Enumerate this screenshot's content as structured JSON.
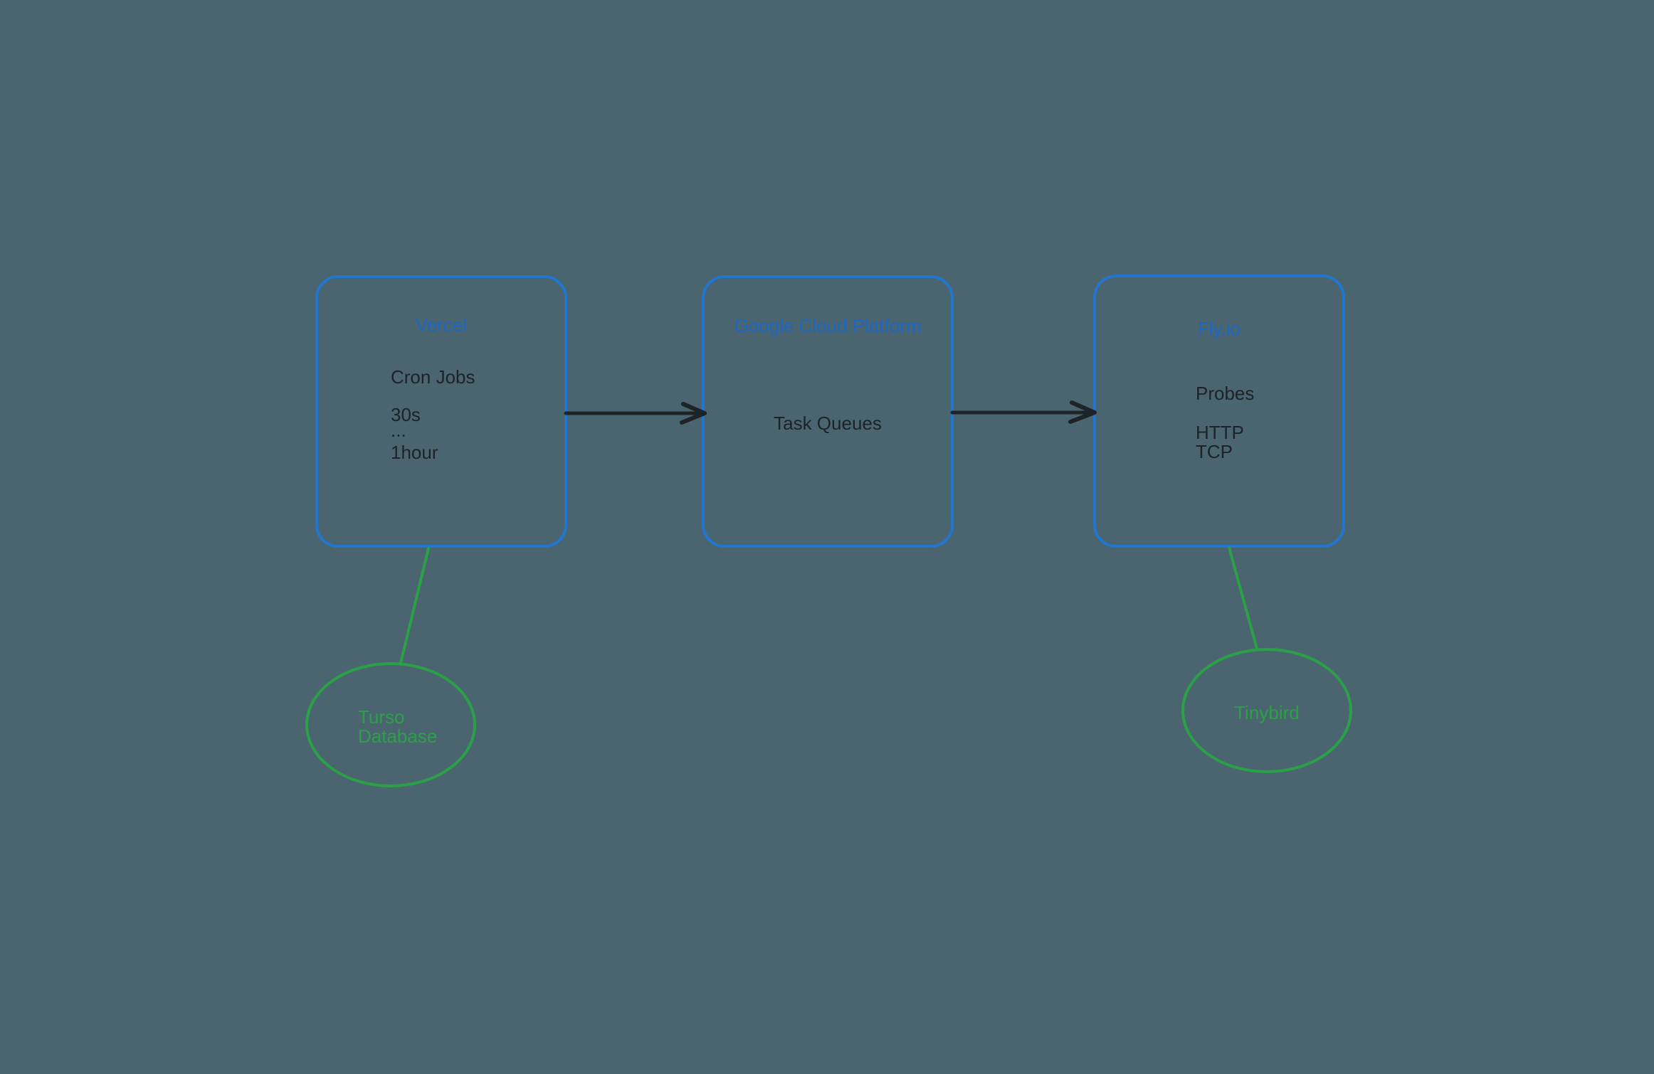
{
  "diagram": {
    "background_color": "#4b6570",
    "node_border_color": "#2176cd",
    "node_title_color": "#1a67c4",
    "node_text_color": "#1d2228",
    "connector_arrow_color": "#1e2328",
    "green_color": "#2aa147",
    "nodes": [
      {
        "title": "Vercel",
        "lines": [
          "Cron Jobs",
          "30s",
          "...",
          "1hour"
        ]
      },
      {
        "title": "Google Cloud Platform",
        "lines": [
          "Task Queues"
        ]
      },
      {
        "title": "Fly.io",
        "lines": [
          "Probes",
          "HTTP",
          "TCP"
        ]
      }
    ],
    "ellipses": [
      {
        "label_lines": [
          "Turso",
          "Database"
        ]
      },
      {
        "label_lines": [
          "Tinybird"
        ]
      }
    ]
  }
}
